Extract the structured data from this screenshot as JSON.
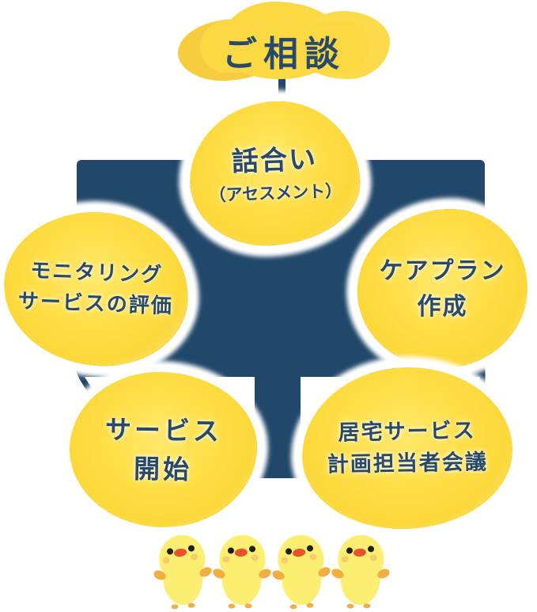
{
  "banner": {
    "label": "ご相談"
  },
  "nodes": [
    {
      "id": "assessment",
      "lines": [
        "話合い",
        "（アセスメント）"
      ]
    },
    {
      "id": "monitoring",
      "lines": [
        "モニタリング",
        "サービスの評価"
      ]
    },
    {
      "id": "careplan",
      "lines": [
        "ケアプラン",
        "作成"
      ]
    },
    {
      "id": "service-start",
      "lines": [
        "サービス",
        "開始"
      ]
    },
    {
      "id": "meeting",
      "lines": [
        "居宅サービス",
        "計画担当者会議"
      ]
    }
  ],
  "decorations": {
    "chick_icon": "chick-icon",
    "chick_count": 4
  },
  "colors": {
    "navy": "#21486a",
    "blob_yellow": "#fcd839",
    "chick_yellow": "#fbee70",
    "beak_red": "#e9512d",
    "wing_orange": "#f2ae3f"
  }
}
